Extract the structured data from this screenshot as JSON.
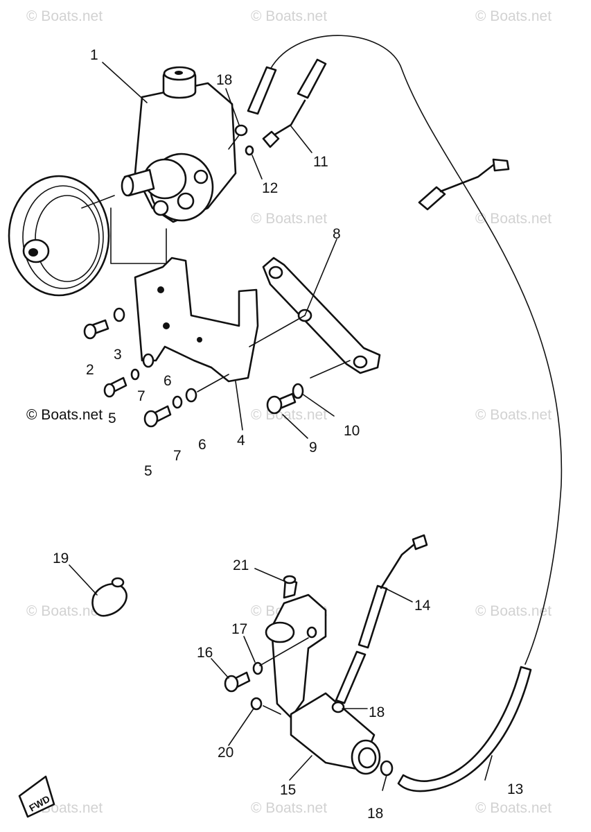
{
  "watermark": "© Boats.net",
  "callouts": {
    "c1": "1",
    "c2": "2",
    "c3": "3",
    "c4": "4",
    "c5a": "5",
    "c5b": "5",
    "c6a": "6",
    "c6b": "6",
    "c7a": "7",
    "c7b": "7",
    "c8": "8",
    "c9": "9",
    "c10": "10",
    "c11": "11",
    "c12": "12",
    "c13": "13",
    "c14": "14",
    "c15": "15",
    "c16": "16",
    "c17": "17",
    "c18a": "18",
    "c18b": "18",
    "c18c": "18",
    "c19": "19",
    "c20": "20",
    "c21": "21"
  },
  "fwd_label": "FWD"
}
